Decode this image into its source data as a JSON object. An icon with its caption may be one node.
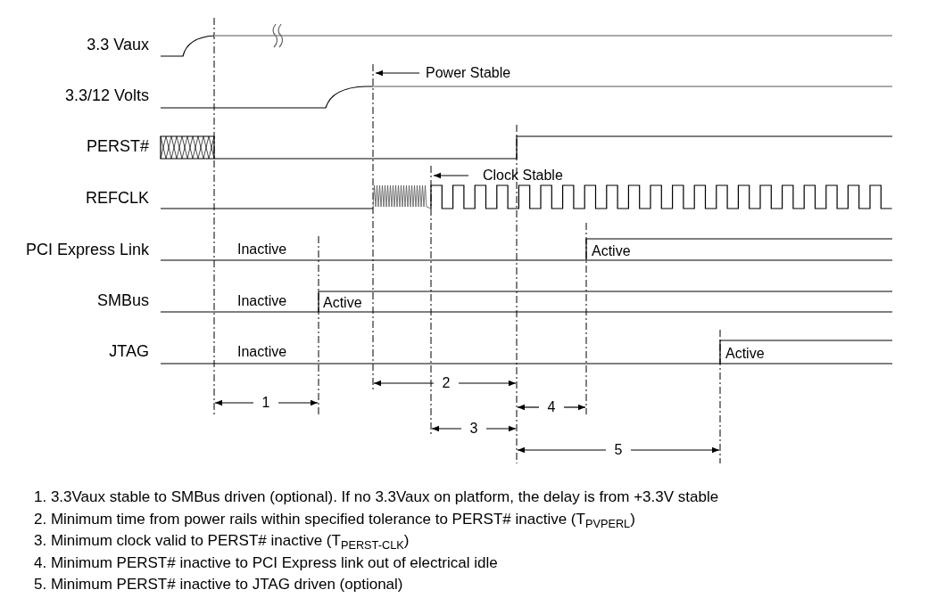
{
  "diagram": {
    "labels": [
      "3.3 Vaux",
      "Power Stable",
      "3.3/12 Volts",
      "PERST#",
      "Clock Stable",
      "REFCLK",
      "PCI Express Link",
      "Inactive",
      "Active",
      "SMBus",
      "Inactive",
      "Active",
      "JTAG",
      "Inactive",
      "Active",
      "2",
      "1",
      "4",
      "3",
      "5",
      "1. 3.3Vaux stable to SMBus driven (optional). If no 3.3Vaux on platform, the delay is from +3.3V stable",
      "2. Minimum time from power rails within specified tolerance to PERST# inactive (T$_{PVPERL}$)",
      "3. Minimum clock valid to PERST# inactive (T$_{PERST-CLK}$)",
      "4. Minimum PERST# inactive to PCI Express link out of electrical idle",
      "5. Minimum PERST# inactive to JTAG driven (optional)"
    ]
  }
}
